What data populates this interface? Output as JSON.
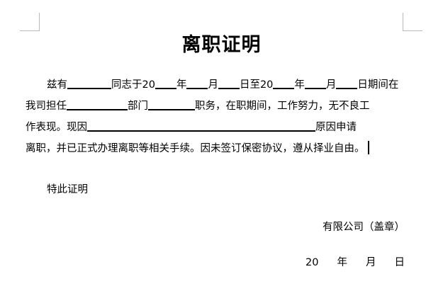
{
  "document": {
    "title": "离职证明",
    "crop_marks": {
      "top_left": "crop-mark-top-left",
      "top_right": "crop-mark-top-right",
      "color": "#b9b9b9"
    },
    "body": {
      "line1": {
        "lead": "兹有",
        "after_name": "同志于",
        "year_prefix_1": "20",
        "year_label_1": "年",
        "month_label_1": "月",
        "day_label_1": "日至",
        "year_prefix_2": "20",
        "year_label_2": "年",
        "month_label_2": "月",
        "day_label_2": "日期间在"
      },
      "line2": {
        "lead": "我司担任",
        "dept_label": "部门",
        "post_label": "职务",
        "tail": "，在职期间，工作努力，无不良工"
      },
      "line3": {
        "lead": "作表现。现因",
        "tail": "原因申请"
      },
      "line4": {
        "text": "离职，并已正式办理离职等相关手续。因未签订保密协议，遵从择业自由。"
      }
    },
    "closing": "特此证明",
    "signature": {
      "company": "有限公司（盖章）",
      "date_year_prefix": "20",
      "date_year_label": "年",
      "date_month_label": "月",
      "date_day_label": "日"
    },
    "blanks": {
      "name": "",
      "year_1": "",
      "month_1": "",
      "day_1": "",
      "year_2": "",
      "month_2": "",
      "day_2": "",
      "department": "",
      "position": "",
      "reason": ""
    },
    "colors": {
      "text": "#000000",
      "background": "#ffffff",
      "crop_mark": "#b9b9b9",
      "rule": "#000000"
    }
  }
}
